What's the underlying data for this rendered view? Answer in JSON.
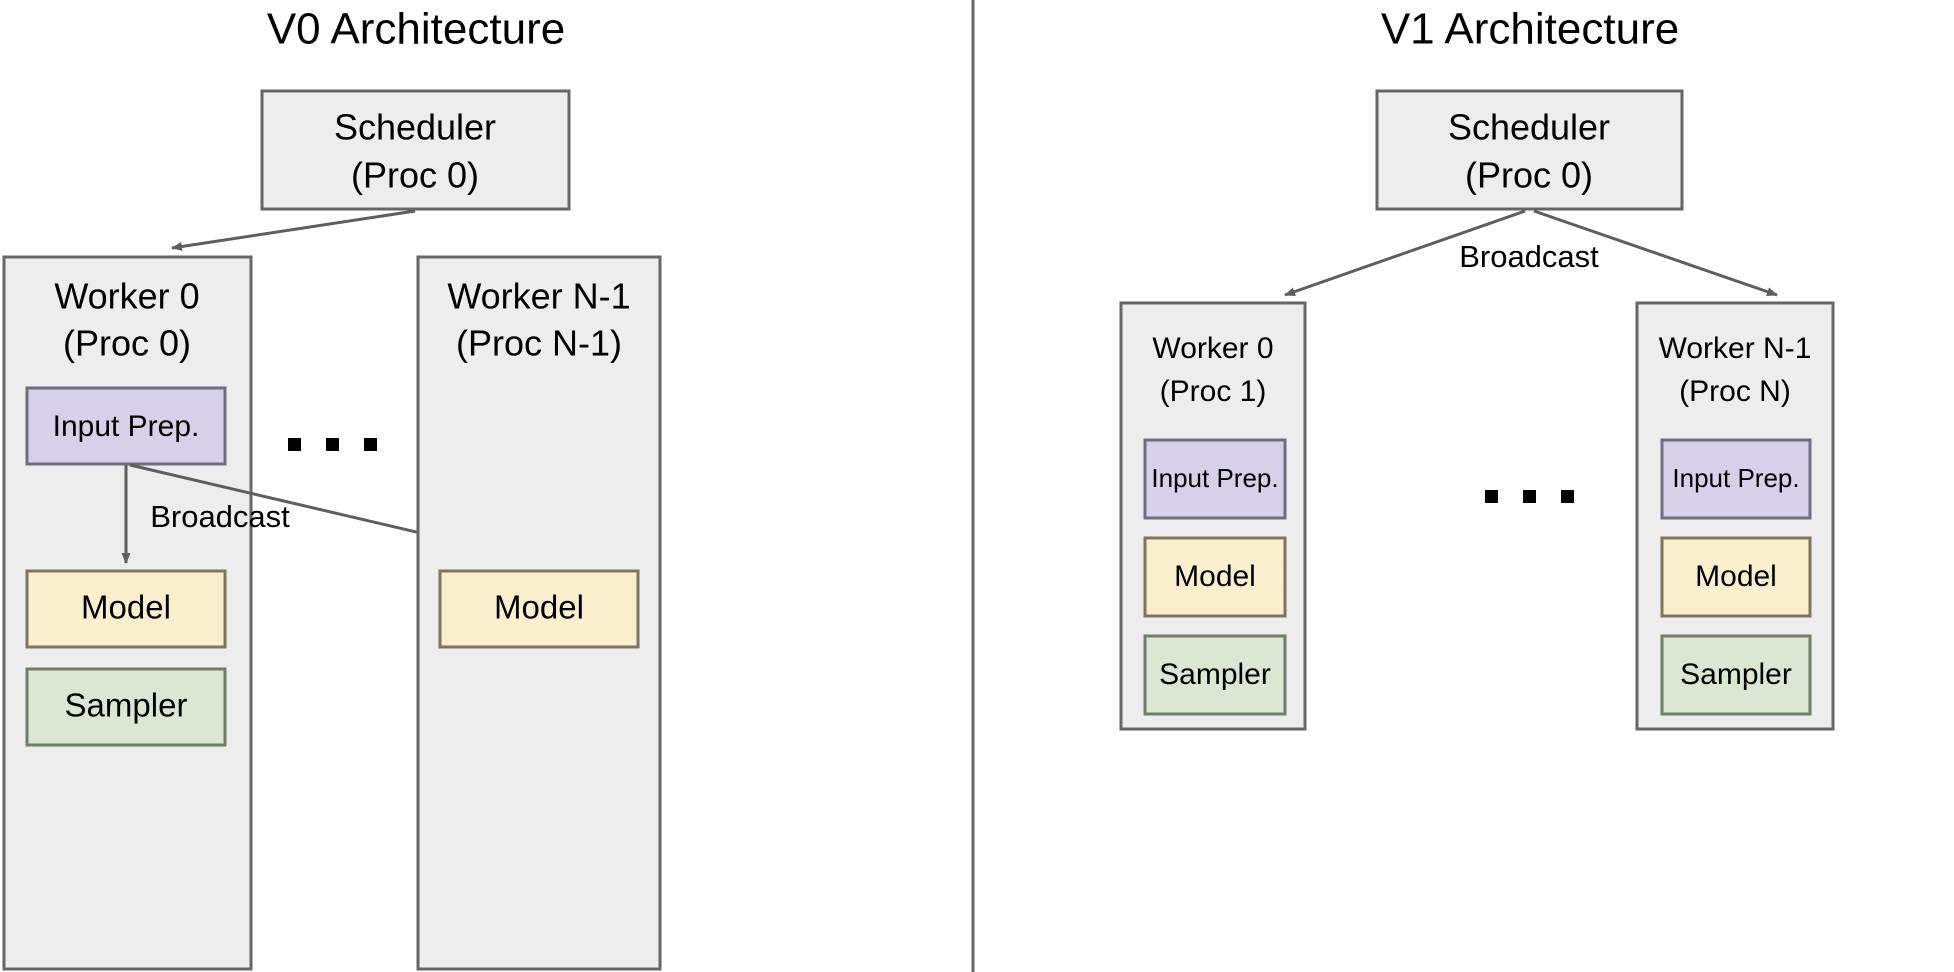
{
  "colors": {
    "background": "#ffffff",
    "outer_box_fill": "#ededed",
    "outer_box_stroke": "#666666",
    "input_prep_fill": "#d6d0e8",
    "model_fill": "#faefcd",
    "sampler_fill": "#dae7d3",
    "arrow_stroke": "#5e5e5e",
    "text": "#000000",
    "divider": "#666666"
  },
  "panels": [
    {
      "id": "v0",
      "title": "V0 Architecture",
      "scheduler": {
        "line1": "Scheduler",
        "line2": "(Proc 0)"
      },
      "edge_label": "Broadcast",
      "ellipsis": ". . .",
      "workers": [
        {
          "id": "v0-worker-0",
          "line1": "Worker 0",
          "line2": "(Proc 0)",
          "components": [
            {
              "id": "input-prep",
              "label": "Input Prep."
            },
            {
              "id": "model",
              "label": "Model"
            },
            {
              "id": "sampler",
              "label": "Sampler"
            }
          ]
        },
        {
          "id": "v0-worker-n-1",
          "line1": "Worker N-1",
          "line2": "(Proc N-1)",
          "components": [
            {
              "id": "model",
              "label": "Model"
            }
          ]
        }
      ]
    },
    {
      "id": "v1",
      "title": "V1 Architecture",
      "scheduler": {
        "line1": "Scheduler",
        "line2": "(Proc 0)"
      },
      "edge_label": "Broadcast",
      "ellipsis": ". . .",
      "workers": [
        {
          "id": "v1-worker-0",
          "line1": "Worker 0",
          "line2": "(Proc 1)",
          "components": [
            {
              "id": "input-prep",
              "label": "Input Prep."
            },
            {
              "id": "model",
              "label": "Model"
            },
            {
              "id": "sampler",
              "label": "Sampler"
            }
          ]
        },
        {
          "id": "v1-worker-n-1",
          "line1": "Worker N-1",
          "line2": "(Proc N)",
          "components": [
            {
              "id": "input-prep",
              "label": "Input Prep."
            },
            {
              "id": "model",
              "label": "Model"
            },
            {
              "id": "sampler",
              "label": "Sampler"
            }
          ]
        }
      ]
    }
  ]
}
